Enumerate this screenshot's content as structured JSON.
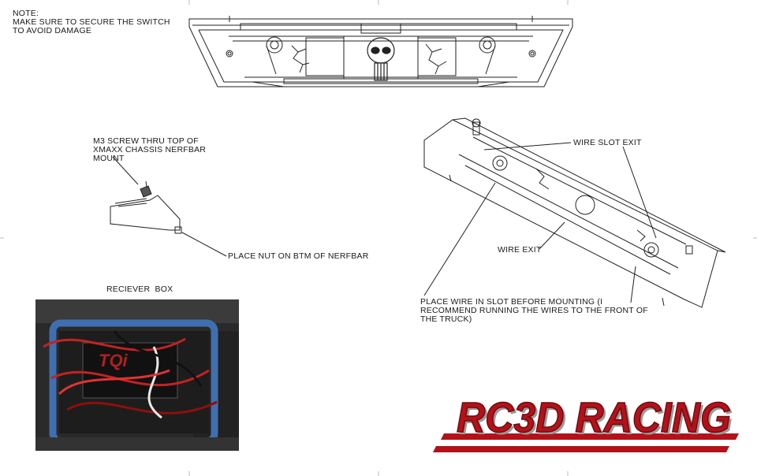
{
  "notes": {
    "title": "NOTE:",
    "body": "MAKE SURE TO SECURE THE SWITCH TO AVOID DAMAGE"
  },
  "callouts": {
    "m3_screw": "M3 SCREW THRU TOP OF XMAXX CHASSIS NERFBAR MOUNT",
    "place_nut": "PLACE NUT ON BTM OF NERFBAR",
    "receiver_box": "RECIEVER  BOX",
    "wire_slot_exit": "WIRE SLOT EXIT",
    "wire_exit": "WIRE EXIT",
    "place_wire": "PLACE WIRE IN SLOT BEFORE MOUNTING (I RECOMMEND RUNNING THE WIRES TO THE FRONT OF THE TRUCK)"
  },
  "logo": {
    "text": "RC3D RACING",
    "colors": {
      "red": "#b3121a",
      "dark_red": "#6e0a0e",
      "shadow": "#9a9a9a"
    }
  },
  "icons": [
    "skull-emblem-icon",
    "crack-graphic-icon"
  ]
}
